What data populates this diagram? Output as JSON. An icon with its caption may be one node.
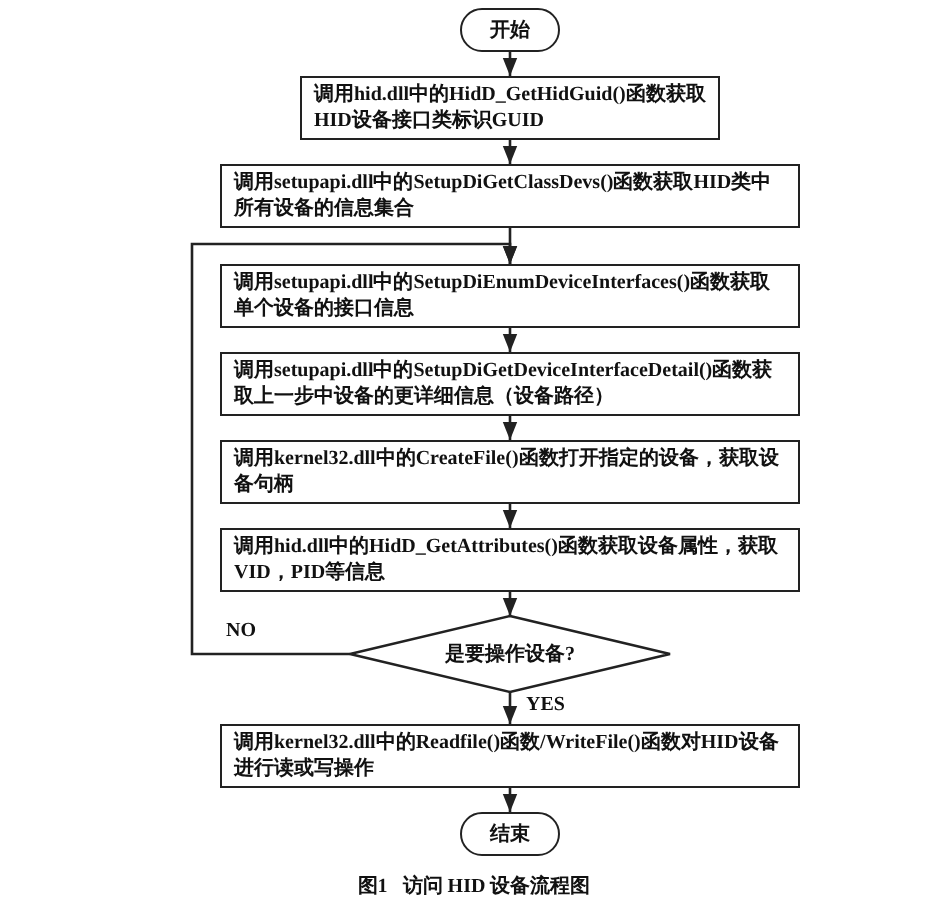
{
  "diagram": {
    "caption": "图1   访问 HID 设备流程图",
    "nodes": [
      {
        "text": [
          "开始"
        ]
      },
      {
        "text": [
          "调用hid.dll中的HidD_GetHidGuid()函数获取HID设备接口类标识GUID"
        ]
      },
      {
        "text": [
          "调用setupapi.dll中的SetupDiGetClassDevs()函数获取HID类中所有设备的信息集合"
        ]
      },
      {
        "text": [
          "调用setupapi.dll中的SetupDiEnumDeviceInterfaces()函数获取单个设备的接口信息"
        ]
      },
      {
        "text": [
          "调用setupapi.dll中的SetupDiGetDeviceInterfaceDetail()函数获取上一步中设备的更详细信息（设备路径）"
        ]
      },
      {
        "text": [
          "调用kernel32.dll中的CreateFile()函数打开指定的设备，获取设备句柄"
        ]
      },
      {
        "text": [
          "调用hid.dll中的HidD_GetAttributes()函数获取设备属性，获取VID，PID等信息"
        ]
      },
      {
        "text": [
          "是要操作设备?"
        ]
      },
      {
        "text": [
          "调用kernel32.dll中的Readfile()函数/WriteFile()函数对HID设备进行读或写操作"
        ]
      },
      {
        "text": [
          "结束"
        ]
      }
    ],
    "edges": [
      {
        "from": 0,
        "to": 1,
        "arrow": "to"
      },
      {
        "from": 1,
        "to": 2,
        "arrow": "to"
      },
      {
        "from": 2,
        "to": 3,
        "arrow": "to"
      },
      {
        "from": 3,
        "to": 4,
        "arrow": "to"
      },
      {
        "from": 4,
        "to": 5,
        "arrow": "to"
      },
      {
        "from": 5,
        "to": 6,
        "arrow": "to"
      },
      {
        "from": 6,
        "to": 7,
        "arrow": "to"
      },
      {
        "from": 7,
        "to": 3,
        "arrow": "to",
        "label": "NO"
      },
      {
        "from": 7,
        "to": 8,
        "arrow": "to",
        "label": "YES"
      },
      {
        "from": 8,
        "to": 9,
        "arrow": "to"
      }
    ]
  }
}
